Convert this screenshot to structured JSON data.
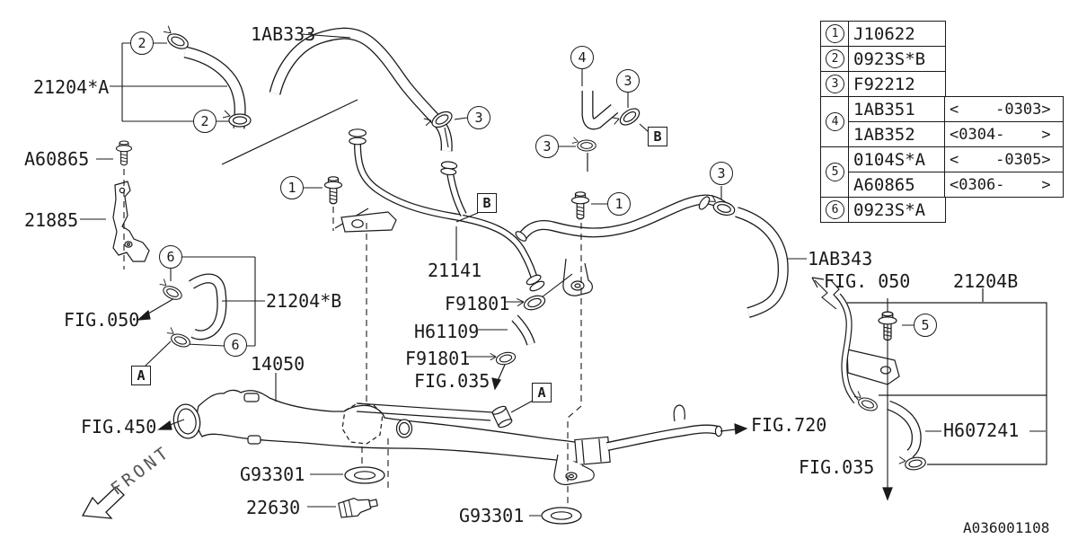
{
  "labels": [
    "21204*A",
    "1AB333",
    "A60865",
    "21885",
    "FIG.050",
    "21204*B",
    "14050",
    "FIG.450",
    "G93301",
    "22630",
    "21141",
    "F91801",
    "H61109",
    "F91801",
    "FIG.035",
    "G93301",
    "1AB343",
    "FIG. 050",
    "21204B",
    "H607241",
    "FIG.035",
    "FIG.720",
    "A036001108",
    "FRONT"
  ],
  "callout_numbers": [
    "2",
    "2",
    "1",
    "3",
    "4",
    "3",
    "3",
    "1",
    "3",
    "6",
    "6",
    "5"
  ],
  "section_letters": [
    "A",
    "B",
    "B",
    "A"
  ],
  "legend": {
    "rows": [
      {
        "ref": "1",
        "part": "J10622",
        "range": ""
      },
      {
        "ref": "2",
        "part": "0923S*B",
        "range": ""
      },
      {
        "ref": "3",
        "part": "F92212",
        "range": ""
      },
      {
        "ref": "4",
        "part": "1AB351",
        "range": "<    -0303>"
      },
      {
        "ref": "4",
        "part": "1AB352",
        "range": "<0304-    >"
      },
      {
        "ref": "5",
        "part": "0104S*A",
        "range": "<    -0305>"
      },
      {
        "ref": "5",
        "part": "A60865",
        "range": "<0306-    >"
      },
      {
        "ref": "6",
        "part": "0923S*A",
        "range": ""
      }
    ]
  },
  "colors": {
    "line": "#1a1a1a",
    "background": "#ffffff"
  }
}
